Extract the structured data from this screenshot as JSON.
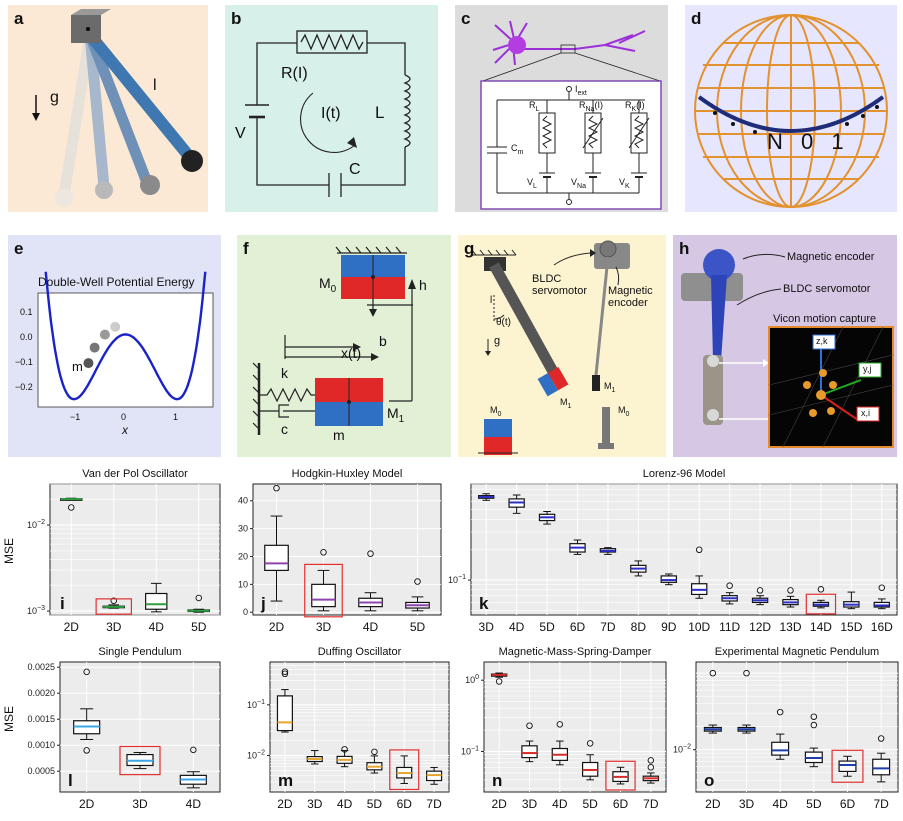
{
  "panel_labels": [
    "a",
    "b",
    "c",
    "d",
    "e",
    "f",
    "g",
    "h"
  ],
  "diagrams": {
    "a": {
      "gravity": "g",
      "length": "l"
    },
    "b": {
      "resistor": "R(I)",
      "voltage": "V",
      "current": "I(t)",
      "inductor": "L",
      "capacitor": "C"
    },
    "c": {
      "iext": "I",
      "iext_sub": "ext",
      "cm": "C",
      "cm_sub": "m",
      "rl": "R",
      "rl_sub": "L",
      "rna": "R",
      "rna_sub": "Na",
      "rna_arg": "(I)",
      "rk": "R",
      "rk_sub": "K",
      "rk_arg": "(I)",
      "vl": "V",
      "vl_sub": "L",
      "vna": "V",
      "vna_sub": "Na",
      "vk": "V",
      "vk_sub": "K"
    },
    "d": {
      "text": "N 0 1"
    },
    "e": {
      "title": "Double-Well Potential Energy",
      "mass": "m",
      "xlabel": "x",
      "yticks": [
        "0.1",
        "0.0",
        "−0.1",
        "−0.2"
      ],
      "xticks": [
        "−1",
        "0",
        "1"
      ]
    },
    "f": {
      "m0": "M",
      "m0_sub": "0",
      "m1": "M",
      "m1_sub": "1",
      "h": "h",
      "b": "b",
      "x": "x(t)",
      "k": "k",
      "c": "c",
      "m": "m"
    },
    "g": {
      "bldc": "BLDC\nservomotor",
      "magnetic": "Magnetic\nencoder",
      "l": "l",
      "theta": "θ(t)",
      "g": "g",
      "m1": "M",
      "m1_sub": "1",
      "m0a": "M",
      "m0a_sub": "0",
      "m0b": "M",
      "m0b_sub": "0",
      "m1b": "M",
      "m1b_sub": "1"
    },
    "h": {
      "magnetic": "Magnetic encoder",
      "bldc": "BLDC servomotor",
      "vicon": "Vicon motion capture",
      "zk": "z,k",
      "yj": "y,j",
      "xi": "x,i"
    }
  },
  "ylabel": "MSE",
  "chart_data": [
    {
      "id": "i",
      "type": "box",
      "title": "Van der Pol Oscillator",
      "categories": [
        "2D",
        "3D",
        "4D",
        "5D"
      ],
      "yscale": "log",
      "ylim": [
        0.0009,
        0.03
      ],
      "yticks": [
        {
          "v": 0.01,
          "label": "10",
          "exp": "−2"
        },
        {
          "v": 0.001,
          "label": "10",
          "exp": "−3"
        }
      ],
      "boxes": [
        [
          0.0195,
          0.0198,
          0.02,
          0.0202,
          0.0205
        ],
        [
          0.00108,
          0.0011,
          0.00112,
          0.00114,
          0.00118
        ],
        [
          0.00098,
          0.00105,
          0.0012,
          0.0016,
          0.0021
        ],
        [
          0.00097,
          0.00099,
          0.00101,
          0.00103,
          0.00105
        ]
      ],
      "outliers": [
        [
          0.016
        ],
        [
          0.00132
        ],
        [],
        [
          0.00142
        ]
      ],
      "highlight": 1,
      "color": "#2e9e3e"
    },
    {
      "id": "j",
      "type": "box",
      "title": "Hodgkin-Huxley Model",
      "categories": [
        "2D",
        "3D",
        "4D",
        "5D"
      ],
      "yscale": "linear",
      "ylim": [
        -1,
        46
      ],
      "yticks": [
        {
          "v": 0,
          "label": "0"
        },
        {
          "v": 10,
          "label": "10"
        },
        {
          "v": 20,
          "label": "20"
        },
        {
          "v": 30,
          "label": "30"
        },
        {
          "v": 40,
          "label": "40"
        }
      ],
      "boxes": [
        [
          4,
          15,
          17.5,
          24,
          34.5
        ],
        [
          0.5,
          2,
          4.5,
          10,
          15
        ],
        [
          0.5,
          2,
          3.5,
          5,
          7
        ],
        [
          0.5,
          1.5,
          2.5,
          3.5,
          5.5
        ]
      ],
      "outliers": [
        [
          44.5
        ],
        [
          21.5
        ],
        [
          21
        ],
        [
          11
        ]
      ],
      "highlight": 1,
      "color": "#8e44ad"
    },
    {
      "id": "k",
      "type": "box",
      "title": "Lorenz-96 Model",
      "categories": [
        "3D",
        "4D",
        "5D",
        "6D",
        "7D",
        "8D",
        "9D",
        "10D",
        "11D",
        "12D",
        "13D",
        "14D",
        "15D",
        "16D"
      ],
      "yscale": "log",
      "ylim": [
        0.045,
        0.9
      ],
      "yticks": [
        {
          "v": 0.1,
          "label": "10",
          "exp": "−1"
        }
      ],
      "boxes": [
        [
          0.62,
          0.65,
          0.67,
          0.69,
          0.72
        ],
        [
          0.46,
          0.53,
          0.59,
          0.64,
          0.7
        ],
        [
          0.36,
          0.39,
          0.42,
          0.45,
          0.48
        ],
        [
          0.18,
          0.19,
          0.21,
          0.23,
          0.25
        ],
        [
          0.18,
          0.19,
          0.195,
          0.205,
          0.21
        ],
        [
          0.11,
          0.12,
          0.13,
          0.14,
          0.155
        ],
        [
          0.09,
          0.095,
          0.1,
          0.11,
          0.115
        ],
        [
          0.066,
          0.072,
          0.08,
          0.092,
          0.11
        ],
        [
          0.058,
          0.062,
          0.066,
          0.07,
          0.075
        ],
        [
          0.057,
          0.06,
          0.063,
          0.066,
          0.07
        ],
        [
          0.054,
          0.057,
          0.06,
          0.064,
          0.069
        ],
        [
          0.053,
          0.055,
          0.057,
          0.06,
          0.063
        ],
        [
          0.052,
          0.054,
          0.057,
          0.061,
          0.076
        ],
        [
          0.052,
          0.054,
          0.056,
          0.06,
          0.065
        ]
      ],
      "outliers": [
        [],
        [],
        [],
        [],
        [],
        [],
        [],
        [
          0.2
        ],
        [
          0.088
        ],
        [
          0.079
        ],
        [
          0.079
        ],
        [
          0.081
        ],
        [],
        [
          0.084
        ]
      ],
      "highlight": 11,
      "color": "#2b2ec7"
    },
    {
      "id": "l",
      "type": "box",
      "title": "Single Pendulum",
      "categories": [
        "2D",
        "3D",
        "4D"
      ],
      "yscale": "linear",
      "ylim": [
        0.0001,
        0.0026
      ],
      "yticks": [
        {
          "v": 0.0005,
          "label": "0.0005"
        },
        {
          "v": 0.001,
          "label": "0.0010"
        },
        {
          "v": 0.0015,
          "label": "0.0015"
        },
        {
          "v": 0.002,
          "label": "0.0020"
        },
        {
          "v": 0.0025,
          "label": "0.0025"
        }
      ],
      "boxes": [
        [
          0.00111,
          0.00122,
          0.00136,
          0.00147,
          0.0017
        ],
        [
          0.00055,
          0.00061,
          0.0007,
          0.00082,
          0.00086
        ],
        [
          0.00018,
          0.00025,
          0.00034,
          0.00042,
          0.00049
        ]
      ],
      "outliers": [
        [
          0.00241,
          0.0009
        ],
        [],
        [
          0.00091
        ]
      ],
      "highlight": 1,
      "color": "#3aa6e8"
    },
    {
      "id": "m",
      "type": "box",
      "title": "Duffing Oscillator",
      "categories": [
        "2D",
        "3D",
        "4D",
        "5D",
        "6D",
        "7D"
      ],
      "yscale": "log",
      "ylim": [
        0.0019,
        0.7
      ],
      "yticks": [
        {
          "v": 0.1,
          "label": "10",
          "exp": "−1"
        },
        {
          "v": 0.01,
          "label": "10",
          "exp": "−2"
        }
      ],
      "boxes": [
        [
          0.029,
          0.031,
          0.045,
          0.15,
          0.2
        ],
        [
          0.0068,
          0.0076,
          0.0085,
          0.0095,
          0.0125
        ],
        [
          0.006,
          0.007,
          0.0082,
          0.0096,
          0.0125
        ],
        [
          0.0045,
          0.0052,
          0.006,
          0.0072,
          0.0098
        ],
        [
          0.0028,
          0.0036,
          0.0045,
          0.0058,
          0.0098
        ],
        [
          0.0027,
          0.0032,
          0.0041,
          0.0049,
          0.0058
        ]
      ],
      "outliers": [
        [
          0.41,
          0.45
        ],
        [],
        [
          0.0132
        ],
        [
          0.0118
        ],
        [],
        []
      ],
      "highlight": 4,
      "color": "#e8a52d"
    },
    {
      "id": "n",
      "type": "box",
      "title": "Magnetic-Mass-Spring-Damper",
      "categories": [
        "2D",
        "3D",
        "4D",
        "5D",
        "6D",
        "7D"
      ],
      "yscale": "log",
      "ylim": [
        0.027,
        1.8
      ],
      "yticks": [
        {
          "v": 1,
          "label": "10",
          "exp": "0"
        },
        {
          "v": 0.1,
          "label": "10",
          "exp": "−1"
        }
      ],
      "boxes": [
        [
          1.1,
          1.14,
          1.19,
          1.22,
          1.26
        ],
        [
          0.072,
          0.082,
          0.095,
          0.12,
          0.14
        ],
        [
          0.065,
          0.075,
          0.09,
          0.11,
          0.14
        ],
        [
          0.04,
          0.045,
          0.055,
          0.07,
          0.09
        ],
        [
          0.035,
          0.038,
          0.044,
          0.052,
          0.06
        ],
        [
          0.036,
          0.039,
          0.042,
          0.045,
          0.05
        ]
      ],
      "outliers": [
        [
          0.96
        ],
        [
          0.23
        ],
        [
          0.24
        ],
        [
          0.13
        ],
        [],
        [
          0.075,
          0.06
        ]
      ],
      "highlight": 4,
      "color": "#d62b2b"
    },
    {
      "id": "o",
      "type": "box",
      "title": "Experimental Magnetic Pendulum",
      "categories": [
        "2D",
        "3D",
        "4D",
        "5D",
        "6D",
        "7D"
      ],
      "yscale": "log",
      "ylim": [
        0.0028,
        0.14
      ],
      "yticks": [
        {
          "v": 0.01,
          "label": "10",
          "exp": "−2"
        }
      ],
      "boxes": [
        [
          0.0165,
          0.0175,
          0.0185,
          0.0195,
          0.021
        ],
        [
          0.0165,
          0.0175,
          0.0185,
          0.0195,
          0.021
        ],
        [
          0.0075,
          0.0085,
          0.0098,
          0.0125,
          0.016
        ],
        [
          0.006,
          0.0068,
          0.0078,
          0.0093,
          0.0105
        ],
        [
          0.0045,
          0.0052,
          0.0063,
          0.0071,
          0.0082
        ],
        [
          0.0038,
          0.0047,
          0.0057,
          0.0075,
          0.009
        ]
      ],
      "outliers": [
        [
          0.1
        ],
        [
          0.1
        ],
        [
          0.031
        ],
        [
          0.027,
          0.021
        ],
        [],
        [
          0.014
        ]
      ],
      "highlight": 4,
      "color": "#1e3fa8"
    }
  ]
}
